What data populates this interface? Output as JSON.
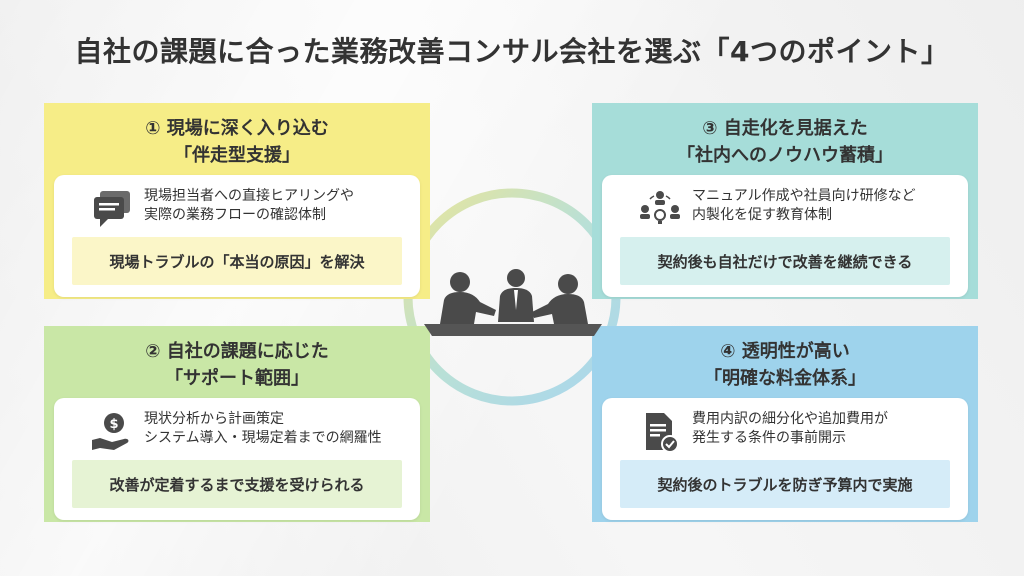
{
  "title": "自社の課題に合った業務改善コンサル会社を選ぶ「4つのポイント」",
  "points": [
    {
      "heading_line1": "① 現場に深く入り込む",
      "heading_line2": "「伴走型支援」",
      "desc_line1": "現場担当者への直接ヒアリングや",
      "desc_line2": "実際の業務フローの確認体制",
      "result": "現場トラブルの「本当の原因」を解決",
      "icon": "chat-bubble-icon",
      "color": "#f6ed87"
    },
    {
      "heading_line1": "② 自社の課題に応じた",
      "heading_line2": "「サポート範囲」",
      "desc_line1": "現状分析から計画策定",
      "desc_line2": "システム導入・現場定着までの網羅性",
      "result": "改善が定着するまで支援を受けられる",
      "icon": "money-hand-icon",
      "color": "#c9e7a6"
    },
    {
      "heading_line1": "③ 自走化を見据えた",
      "heading_line2": "「社内へのノウハウ蓄積」",
      "desc_line1": "マニュアル作成や社員向け研修など",
      "desc_line2": "内製化を促す教育体制",
      "result": "契約後も自社だけで改善を継続できる",
      "icon": "team-idea-icon",
      "color": "#a6ddd9"
    },
    {
      "heading_line1": "④ 透明性が高い",
      "heading_line2": "「明確な料金体系」",
      "desc_line1": "費用内訳の細分化や追加費用が",
      "desc_line2": "発生する条件の事前開示",
      "result": "契約後のトラブルを防ぎ予算内で実施",
      "icon": "document-check-icon",
      "color": "#9ed3ec"
    }
  ]
}
